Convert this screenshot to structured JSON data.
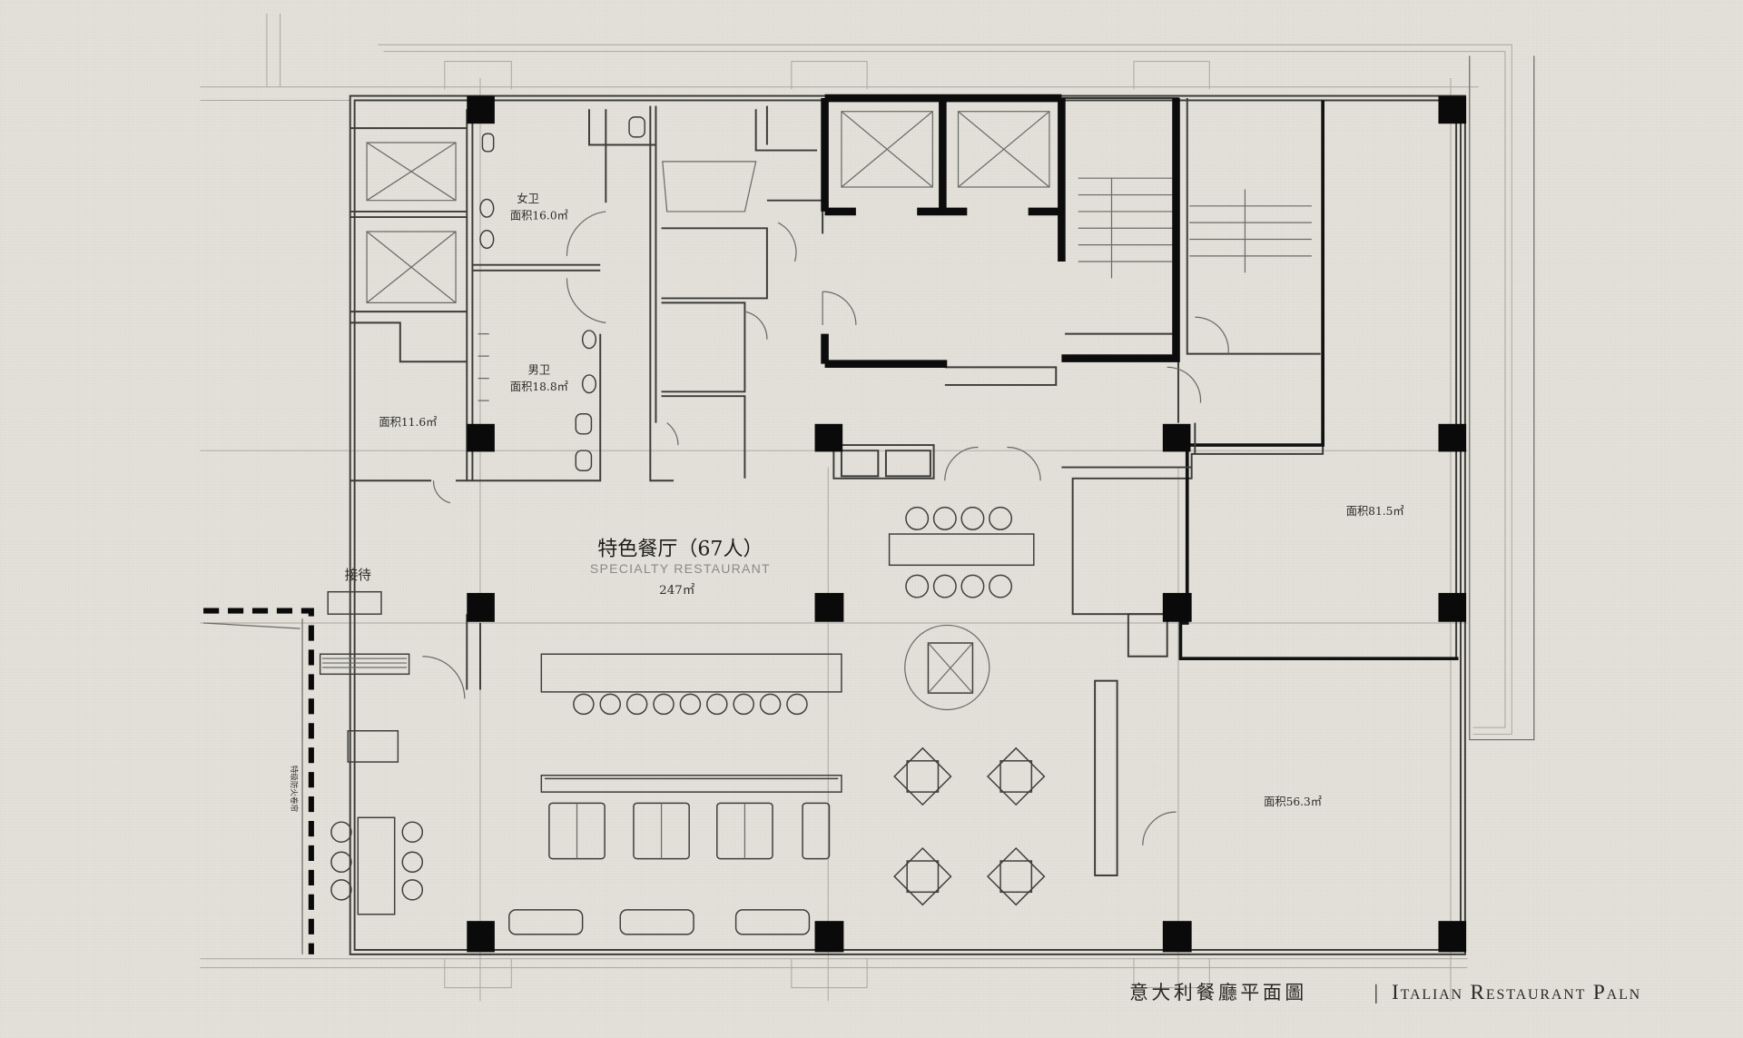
{
  "plan": {
    "title_cn": "意大利餐廳平面圖",
    "title_separator": "|",
    "title_en": "Italian Restaurant Paln",
    "rooms": {
      "womens_restroom": {
        "name": "女卫",
        "area": "面积16.0㎡"
      },
      "mens_restroom": {
        "name": "男卫",
        "area": "面积18.8㎡"
      },
      "small_room": {
        "area": "面积11.6㎡"
      },
      "hatched_room": {
        "area": "面积81.5㎡"
      },
      "lower_right_room": {
        "area": "面积56.3㎡"
      },
      "main_hall": {
        "name_cn": "特色餐厅（67人）",
        "name_en": "SPECIALTY RESTAURANT",
        "area": "247㎡"
      },
      "reception": {
        "name": "接待"
      },
      "fire_shutter": {
        "name": "特级防火卷帘"
      }
    }
  }
}
